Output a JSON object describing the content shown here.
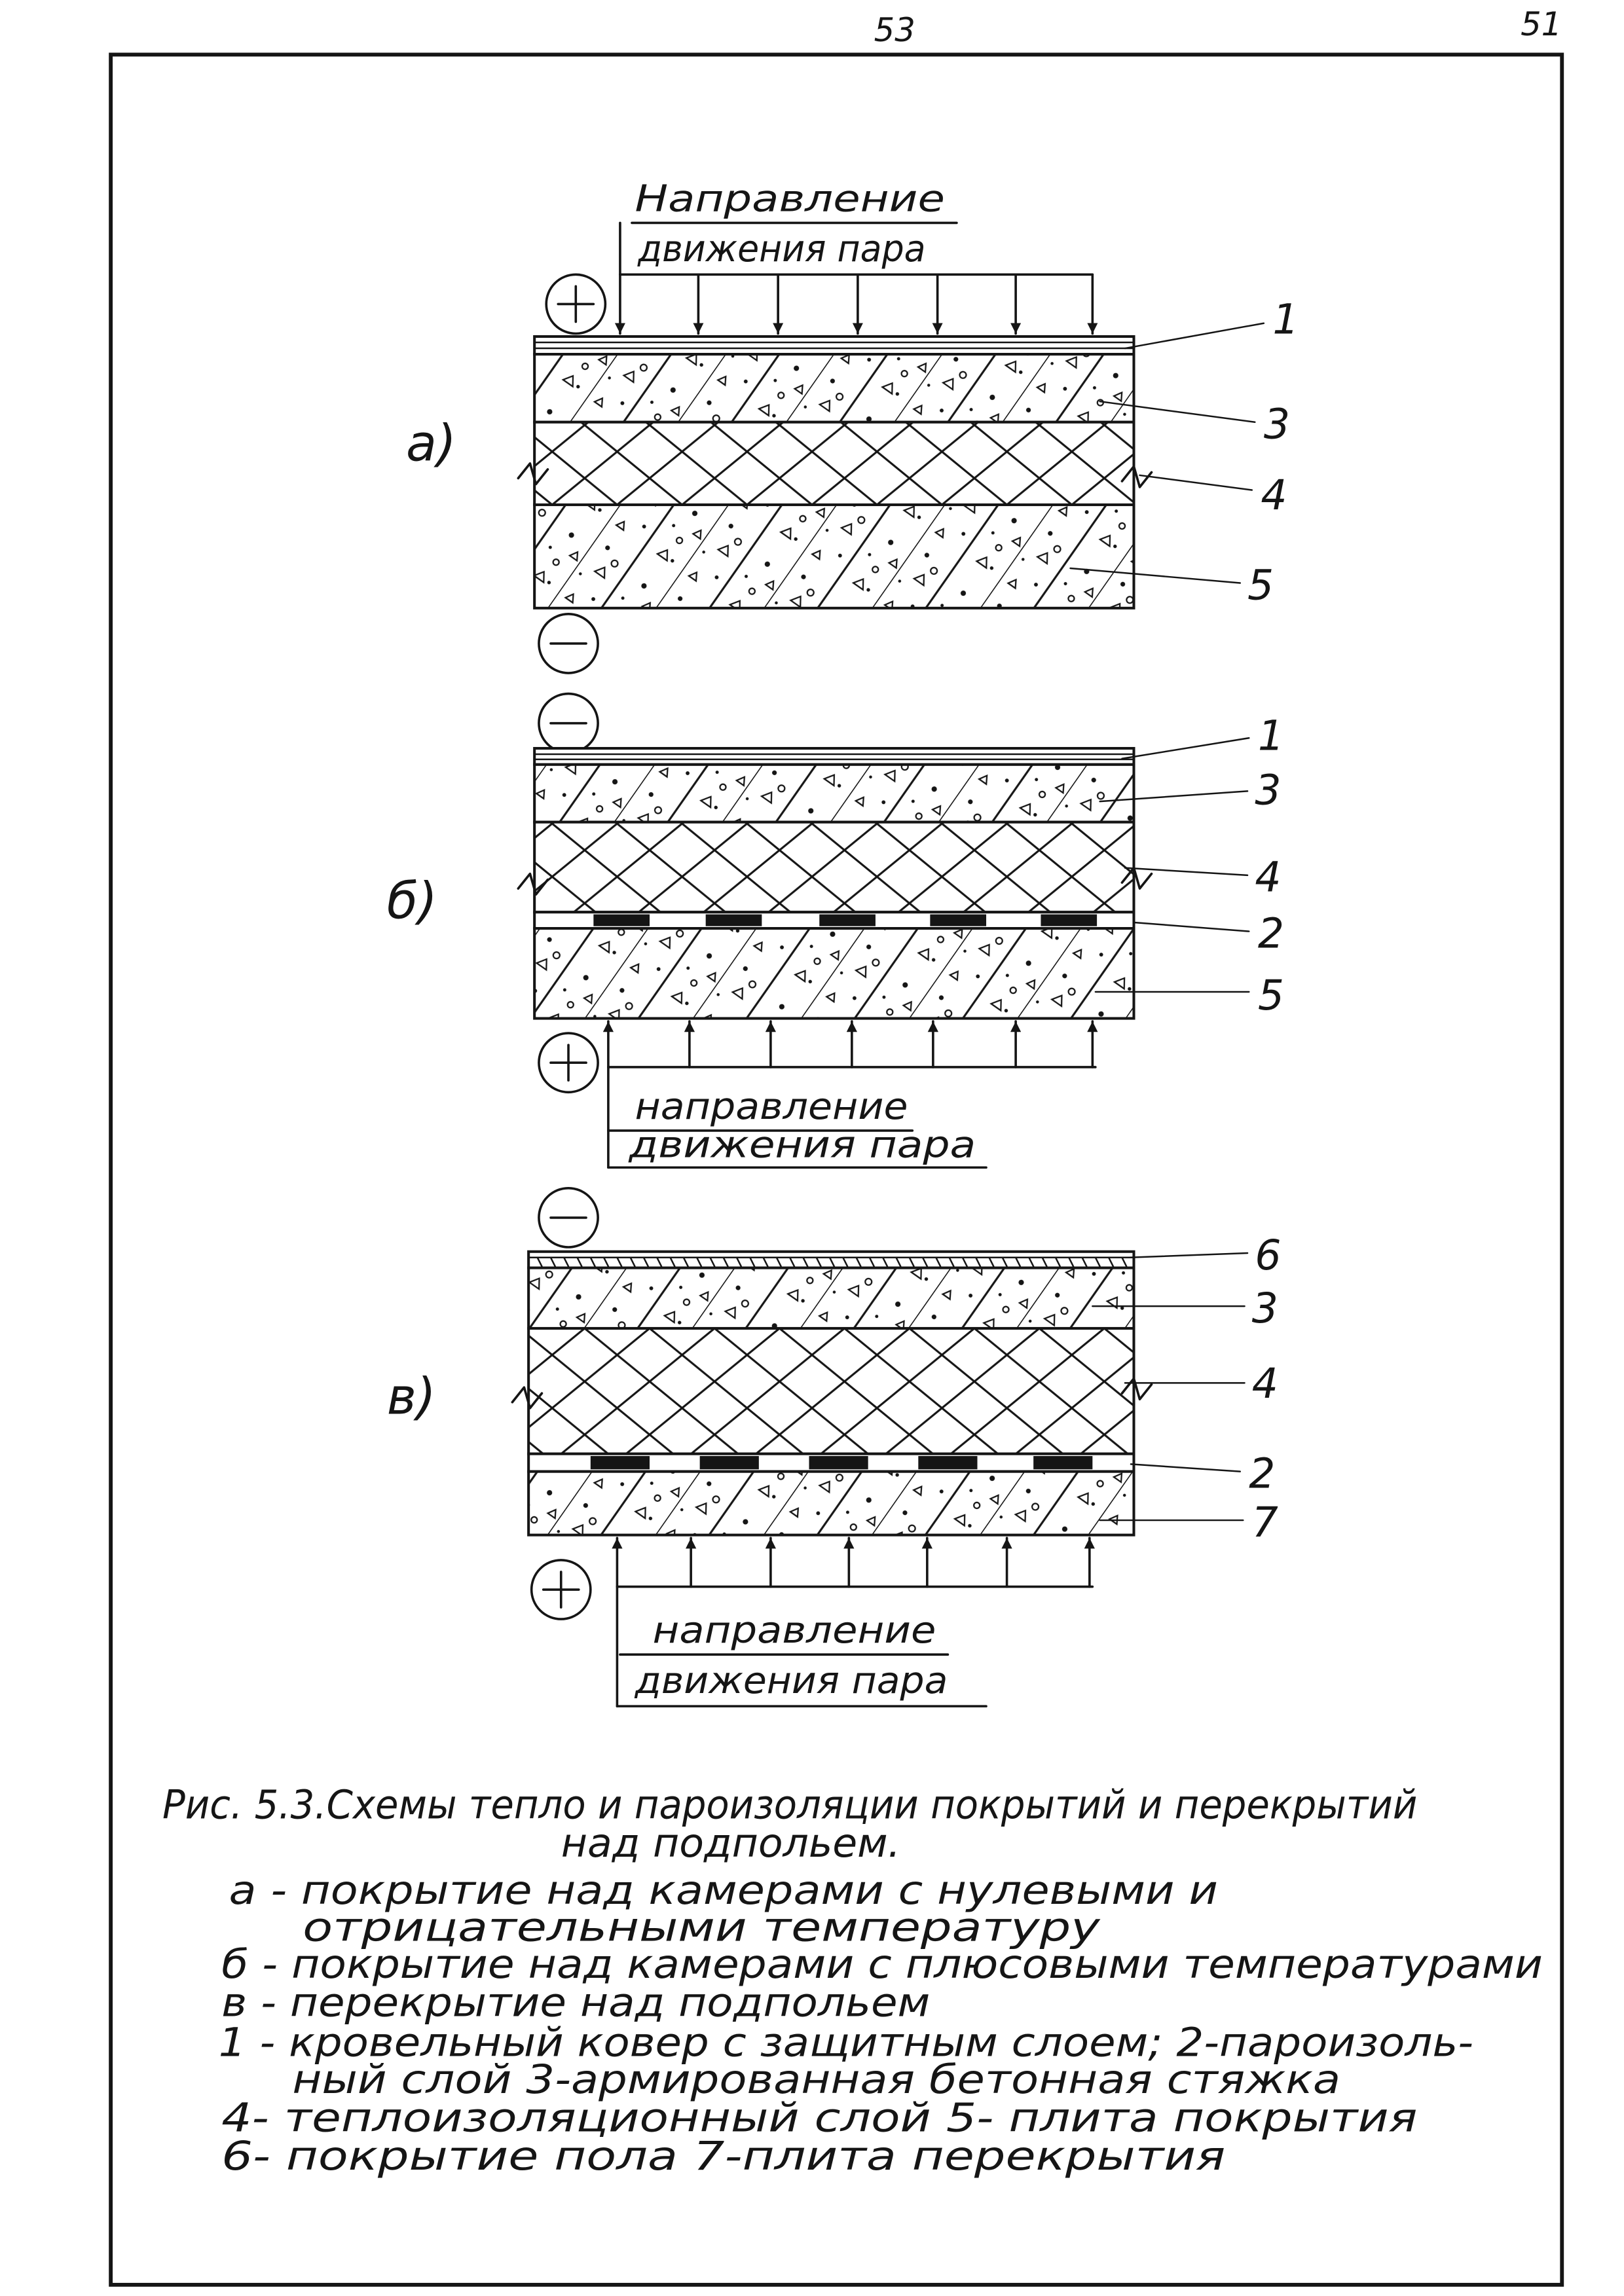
{
  "page_numbers": {
    "center": "53",
    "corner": "51"
  },
  "diagrams": [
    {
      "label": "а)",
      "vapor_direction": {
        "line1": "Направление",
        "line2": "движения пара"
      },
      "signs": {
        "top": "plus-circle-icon",
        "bottom": "minus-circle-icon"
      },
      "layers": [
        "1",
        "3",
        "4",
        "5"
      ]
    },
    {
      "label": "б)",
      "vapor_direction": {
        "line1": "направление",
        "line2": "движения пара"
      },
      "signs": {
        "top": "minus-circle-icon",
        "bottom": "plus-circle-icon"
      },
      "layers": [
        "1",
        "3",
        "4",
        "2",
        "5"
      ]
    },
    {
      "label": "в)",
      "vapor_direction": {
        "line1": "направление",
        "line2": "движения пара"
      },
      "signs": {
        "top": "minus-circle-icon",
        "bottom": "plus-circle-icon"
      },
      "layers": [
        "6",
        "3",
        "4",
        "2",
        "7"
      ]
    }
  ],
  "caption": {
    "title": "Рис. 5.3.Схемы тепло и пароизоляции покрытий и перекрытий",
    "title_cont": "над подпольем.",
    "legend": [
      "а - покрытие над камерами с нулевыми и",
      "отрицательными температуру",
      "б - покрытие над камерами с плюсовыми температурами",
      "в - перекрытие над подпольем",
      "1 - кровельный ковер с защитным слоем; 2-пароизоль-",
      "ный слой 3-армированная бетонная стяжка",
      "4- теплоизоляционный слой  5- плита покрытия",
      "6- покрытие пола  7-плита перекрытия"
    ]
  }
}
